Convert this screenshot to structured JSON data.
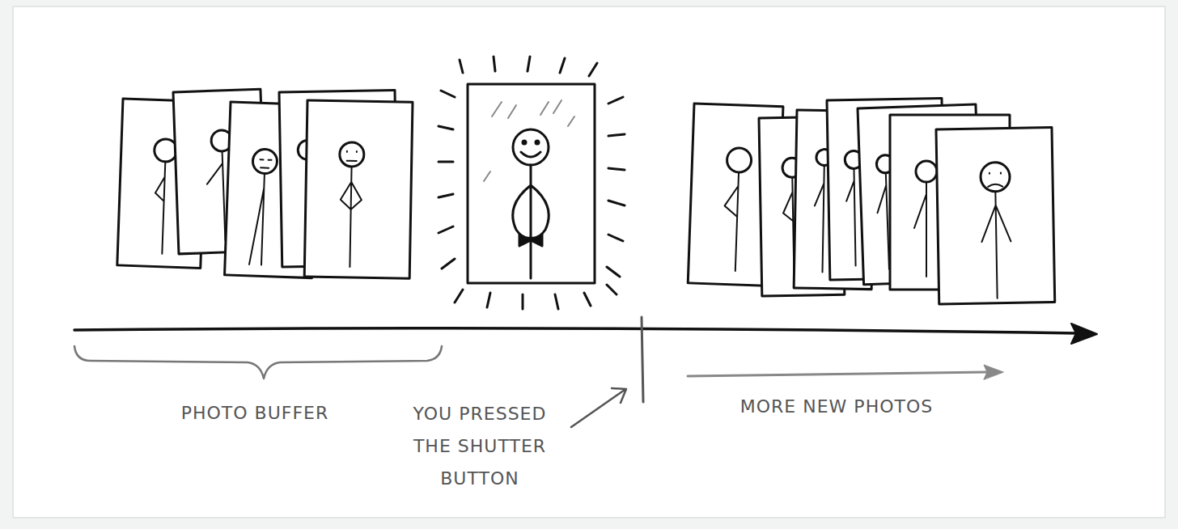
{
  "diagram": {
    "labels": [
      "PHOTO BUFFER",
      "YOU PRESSED THE SHUTTER BUTTON",
      "MORE NEW PHOTOS"
    ]
  }
}
